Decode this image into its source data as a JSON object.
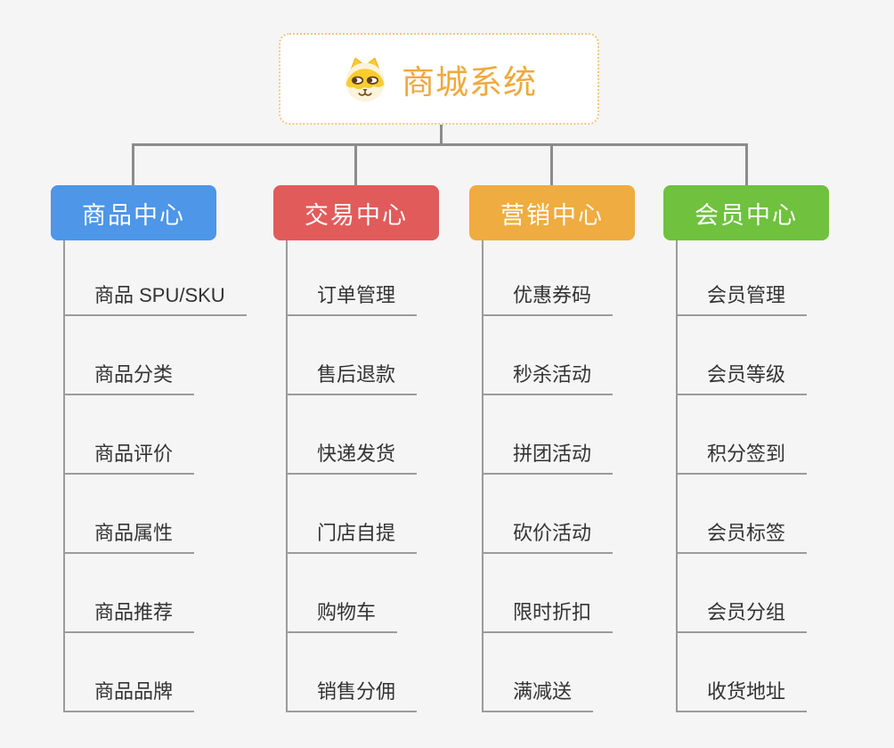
{
  "root": {
    "title": "商城系统",
    "icon": "dog-face-icon",
    "title_color": "#F0A93C",
    "border_color": "#F3C77F"
  },
  "branches": [
    {
      "title": "商品中心",
      "color": "#4D96E8",
      "items": [
        "商品 SPU/SKU",
        "商品分类",
        "商品评价",
        "商品属性",
        "商品推荐",
        "商品品牌"
      ]
    },
    {
      "title": "交易中心",
      "color": "#E25B5B",
      "items": [
        "订单管理",
        "售后退款",
        "快递发货",
        "门店自提",
        "购物车",
        "销售分佣"
      ]
    },
    {
      "title": "营销中心",
      "color": "#EFAC40",
      "items": [
        "优惠券码",
        "秒杀活动",
        "拼团活动",
        "砍价活动",
        "限时折扣",
        "满减送"
      ]
    },
    {
      "title": "会员中心",
      "color": "#6FC13E",
      "items": [
        "会员管理",
        "会员等级",
        "积分签到",
        "会员标签",
        "会员分组",
        "收货地址"
      ]
    }
  ],
  "connector_color": "#8C8C8C",
  "line_color": "#9B9B9B",
  "background_color": "#F5F5F5"
}
